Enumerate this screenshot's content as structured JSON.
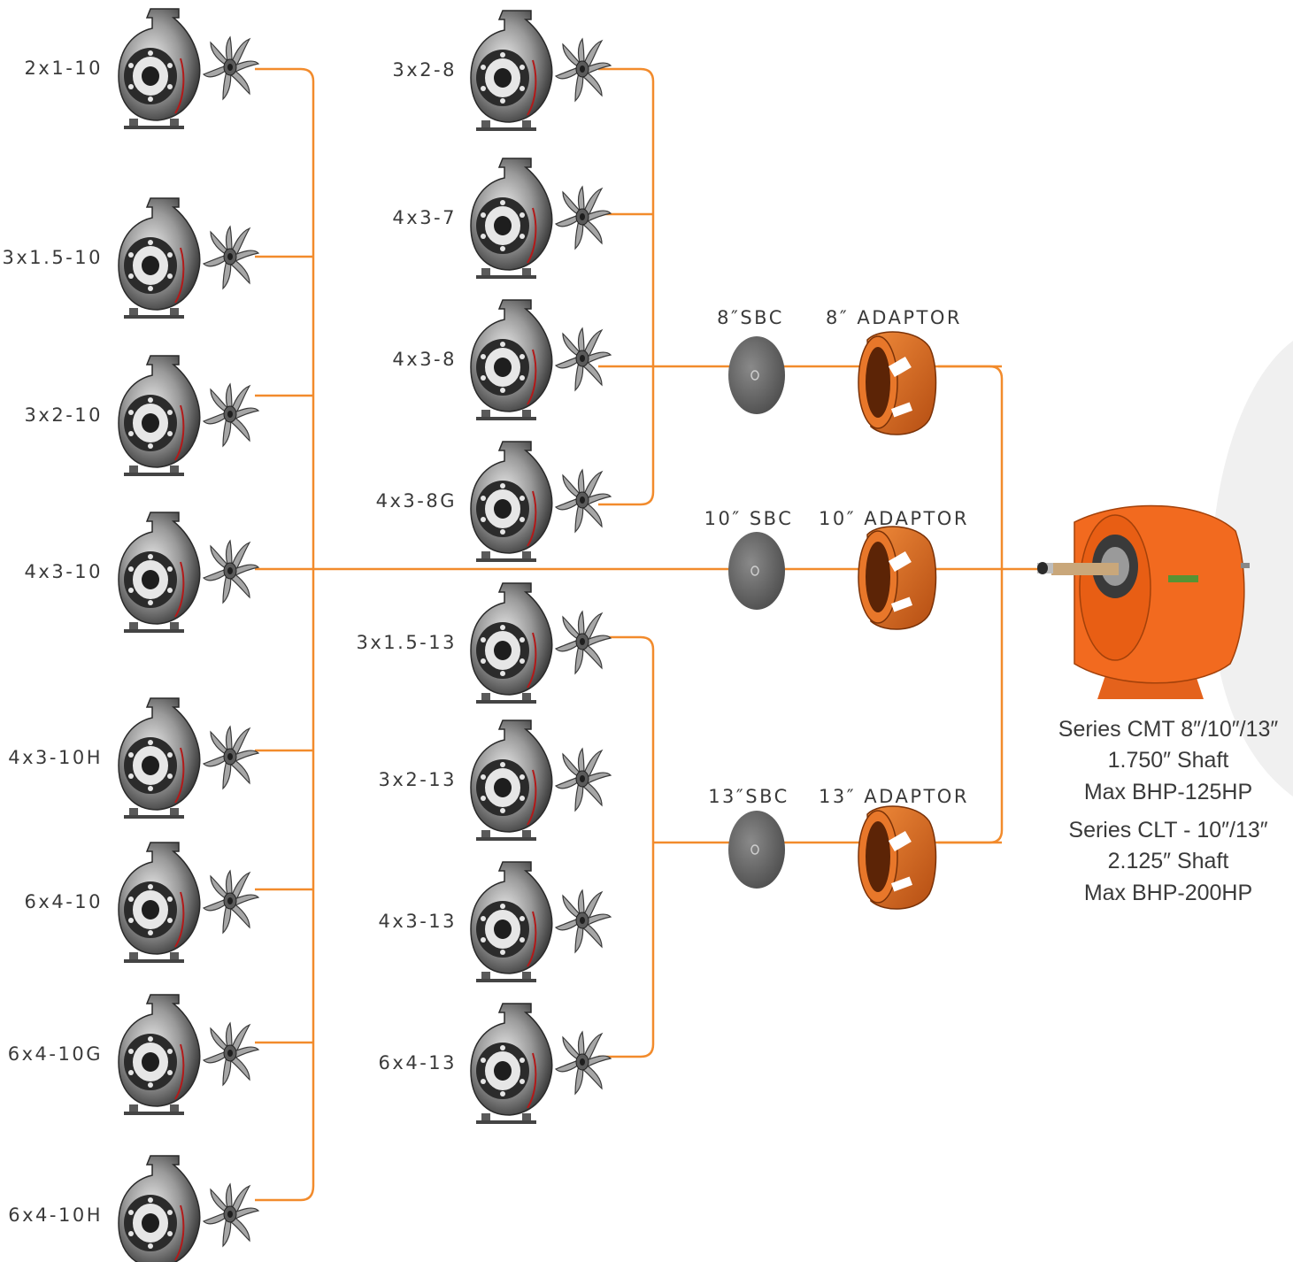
{
  "colors": {
    "connector": "#f28b2c",
    "adaptor": "#d9661f",
    "frame": "#f26a1f",
    "seal_plate": "#6b6b6b",
    "casing": "#b8b8b8",
    "text": "#3a3a3a"
  },
  "icons": {
    "casing": "pump-casing-icon",
    "impeller": "impeller-icon",
    "seal_plate": "stuffing-box-cover-icon",
    "adaptor": "adaptor-icon",
    "frame": "bearing-frame-icon"
  },
  "pumps_column_1": [
    "2x1-10",
    "3x1.5-10",
    "3x2-10",
    "4x3-10",
    "4x3-10H",
    "6x4-10",
    "6x4-10G",
    "6x4-10H"
  ],
  "pumps_column_2_group_8": [
    "3x2-8",
    "4x3-7",
    "4x3-8",
    "4x3-8G"
  ],
  "pumps_column_2_group_13": [
    "3x1.5-13",
    "3x2-13",
    "4x3-13",
    "6x4-13"
  ],
  "sbc": {
    "size_8": "8″SBC",
    "size_10": "10″ SBC",
    "size_13": "13″SBC"
  },
  "adaptors": {
    "size_8": "8″ ADAPTOR",
    "size_10": "10″ ADAPTOR",
    "size_13": "13″ ADAPTOR"
  },
  "frame_specs": {
    "cmt_series": "Series CMT 8″/10″/13″",
    "cmt_shaft": "1.750″ Shaft",
    "cmt_bhp": "Max BHP-125HP",
    "clt_series": "Series CLT - 10″/13″",
    "clt_shaft": "2.125″ Shaft",
    "clt_bhp": "Max BHP-200HP"
  }
}
